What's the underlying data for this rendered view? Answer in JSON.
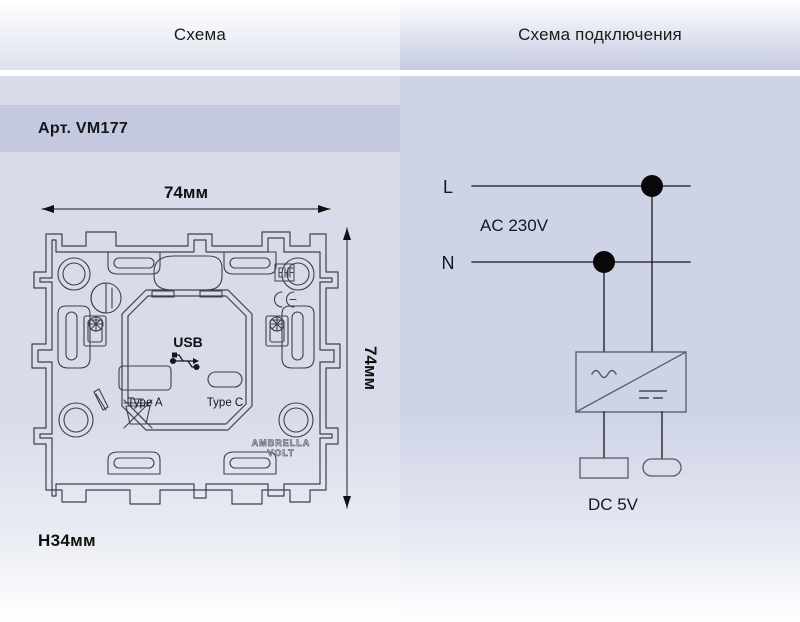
{
  "tabs": [
    {
      "label": "Схема",
      "name": "tab-scheme"
    },
    {
      "label": "Схема подключения",
      "name": "tab-wiring-diagram"
    }
  ],
  "left_panel": {
    "article_label": "Арт. VM177",
    "dimension_width": "74мм",
    "dimension_height": "74мм",
    "depth_label": "H34мм",
    "product": {
      "usb_label": "USB",
      "usb_icon": "usb-trident-icon",
      "port_a_label": "Type A",
      "port_c_label": "Type C",
      "brand_line1": "AMBRELLA",
      "brand_line2": "VOLT",
      "marks": [
        "eac-mark",
        "ce-mark",
        "weee-bin-icon"
      ]
    }
  },
  "right_panel": {
    "terminal_live": "L",
    "terminal_neutral": "N",
    "supply_label": "AC 230V",
    "output_label": "DC 5V",
    "converter_icon": "ac-dc-converter-symbol",
    "outputs": [
      "usb-type-a-connector",
      "usb-type-c-connector"
    ]
  },
  "colors": {
    "panel_left_bg": "#d8dcea",
    "panel_right_bg": "#ced3e6",
    "article_band": "#c5c9e0",
    "line": "#3c414d",
    "text": "#15171c"
  }
}
